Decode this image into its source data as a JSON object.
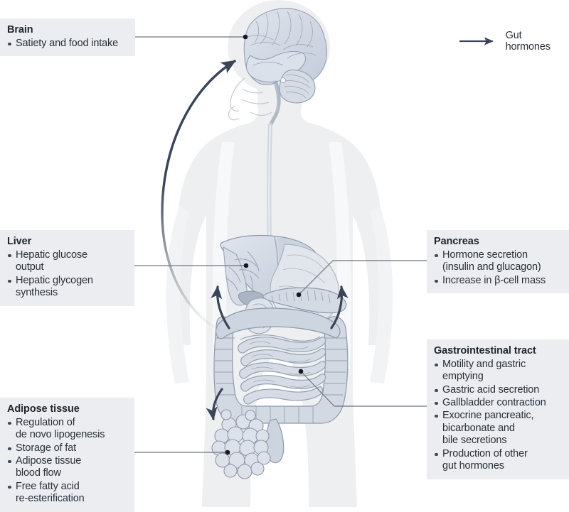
{
  "figure": {
    "kind": "anatomical-diagram",
    "subject": "Gut hormone actions on target organs"
  },
  "legend": {
    "arrow_icon": "arrow-right-icon",
    "label": "Gut hormones",
    "arrow_color": "#3a4557"
  },
  "palette": {
    "box_background": "#ebedf0",
    "body_silhouette": "#edeff1",
    "organ_fill": "#ced5e0",
    "organ_stroke": "#8d99ab",
    "leader_line": "#6d7582",
    "leader_dot": "#15181d",
    "arrow": "#3a4557",
    "text": "#2a3039"
  },
  "boxes": [
    {
      "id": "brain",
      "title": "Brain",
      "items": [
        "Satiety and food intake"
      ]
    },
    {
      "id": "liver",
      "title": "Liver",
      "items": [
        "Hepatic glucose output",
        "Hepatic glycogen synthesis"
      ]
    },
    {
      "id": "adipose",
      "title": "Adipose tissue",
      "items": [
        "Regulation of de novo lipogenesis",
        "Storage of fat",
        "Adipose tissue blood flow",
        "Free fatty acid re-esterification"
      ]
    },
    {
      "id": "pancreas",
      "title": "Pancreas",
      "items": [
        "Hormone secretion (insulin and glucagon)",
        "Increase in β-cell mass"
      ]
    },
    {
      "id": "gastrointestinal",
      "title": "Gastrointestinal tract",
      "items": [
        "Motility and gastric emptying",
        "Gastric acid secretion",
        "Gallbladder contraction",
        "Exocrine pancreatic, bicarbonate and bile secretions",
        "Production of other gut hormones"
      ]
    }
  ],
  "labels": {
    "brain": {
      "title": "Brain",
      "item0": "Satiety and food intake"
    },
    "liver": {
      "title": "Liver",
      "item0": "Hepatic glucose",
      "item0b": "output",
      "item1": "Hepatic glycogen",
      "item1b": "synthesis"
    },
    "adipose": {
      "title": "Adipose tissue",
      "item0": "Regulation of",
      "item0b": "de novo lipogenesis",
      "item1": "Storage of fat",
      "item2": "Adipose tissue",
      "item2b": "blood flow",
      "item3": "Free fatty acid",
      "item3b": "re-esterification"
    },
    "pancreas": {
      "title": "Pancreas",
      "item0": "Hormone secretion",
      "item0b": "(insulin and glucagon)",
      "item1": "Increase in β-cell mass"
    },
    "gastrointestinal": {
      "title": "Gastrointestinal tract",
      "item0": "Motility and gastric",
      "item0b": "emptying",
      "item1": "Gastric acid secretion",
      "item2": "Gallbladder contraction",
      "item3": "Exocrine pancreatic,",
      "item3b": "bicarbonate and",
      "item3c": "bile secretions",
      "item4": "Production of other",
      "item4b": "gut hormones"
    }
  },
  "anatomy": {
    "organs": [
      "brain",
      "cerebellum",
      "brainstem",
      "esophagus",
      "liver",
      "gallbladder",
      "stomach",
      "pancreas",
      "small-intestine",
      "large-intestine",
      "rectum",
      "adipose-cell-cluster"
    ],
    "body_outline": "human-torso-silhouette"
  },
  "arrows": [
    {
      "name": "gut-to-brain-arrow",
      "from": "gut",
      "to": "brain"
    },
    {
      "name": "gut-to-liver-arrow",
      "from": "gut",
      "to": "liver"
    },
    {
      "name": "gut-to-pancreas-arrow",
      "from": "gut",
      "to": "pancreas"
    },
    {
      "name": "gut-to-adipose-arrow",
      "from": "gut",
      "to": "adipose-tissue"
    }
  ],
  "leaders": [
    {
      "name": "brain-leader-line",
      "target": "brain"
    },
    {
      "name": "liver-leader-line",
      "target": "liver"
    },
    {
      "name": "pancreas-leader-line",
      "target": "pancreas"
    },
    {
      "name": "gastrointestinal-leader-line",
      "target": "small-intestine"
    },
    {
      "name": "adipose-leader-line",
      "target": "adipose-cell-cluster"
    }
  ]
}
